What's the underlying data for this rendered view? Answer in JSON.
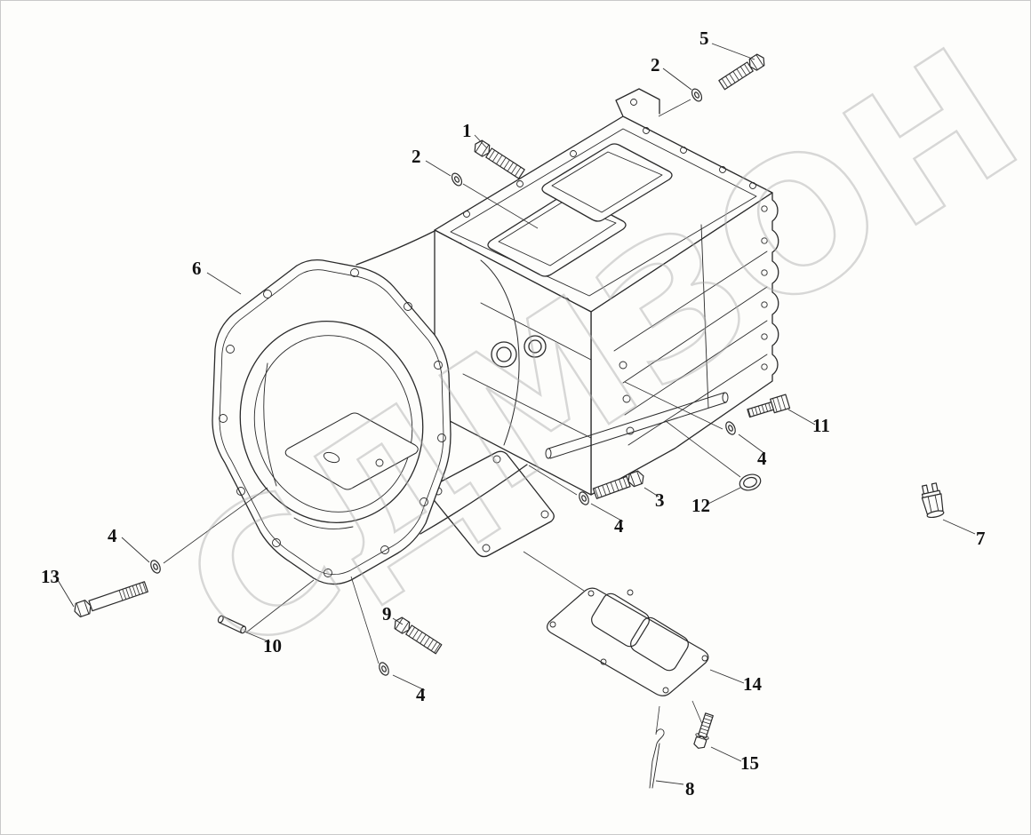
{
  "figure": {
    "watermark": "СДМЗОН",
    "colors": {
      "line": "#2a2a2a",
      "leader": "#333333",
      "watermark": "#ababab",
      "background": "#fdfdfb",
      "border": "#c9c9c9"
    }
  },
  "callouts": [
    {
      "id": "1",
      "label": "1"
    },
    {
      "id": "2a",
      "label": "2"
    },
    {
      "id": "2b",
      "label": "2"
    },
    {
      "id": "3",
      "label": "3"
    },
    {
      "id": "4a",
      "label": "4"
    },
    {
      "id": "4b",
      "label": "4"
    },
    {
      "id": "4c",
      "label": "4"
    },
    {
      "id": "4d",
      "label": "4"
    },
    {
      "id": "5",
      "label": "5"
    },
    {
      "id": "6",
      "label": "6"
    },
    {
      "id": "7",
      "label": "7"
    },
    {
      "id": "8",
      "label": "8"
    },
    {
      "id": "9",
      "label": "9"
    },
    {
      "id": "10",
      "label": "10"
    },
    {
      "id": "11",
      "label": "11"
    },
    {
      "id": "12",
      "label": "12"
    },
    {
      "id": "13",
      "label": "13"
    },
    {
      "id": "14",
      "label": "14"
    },
    {
      "id": "15",
      "label": "15"
    }
  ],
  "parts": [
    {
      "callout": "1",
      "depicts": "hex-bolt"
    },
    {
      "callout": "2",
      "depicts": "spring-washer"
    },
    {
      "callout": "3",
      "depicts": "hex-bolt"
    },
    {
      "callout": "4",
      "depicts": "spring-washer"
    },
    {
      "callout": "5",
      "depicts": "hex-bolt"
    },
    {
      "callout": "6",
      "depicts": "gearbox-clutch-housing"
    },
    {
      "callout": "7",
      "depicts": "plug-switch"
    },
    {
      "callout": "8",
      "depicts": "breather-wire"
    },
    {
      "callout": "9",
      "depicts": "hex-bolt"
    },
    {
      "callout": "10",
      "depicts": "dowel-pin"
    },
    {
      "callout": "11",
      "depicts": "socket-head-bolt"
    },
    {
      "callout": "12",
      "depicts": "cup-plug"
    },
    {
      "callout": "13",
      "depicts": "long-hex-bolt"
    },
    {
      "callout": "14",
      "depicts": "cover-plate-gasket"
    },
    {
      "callout": "15",
      "depicts": "flange-bolt"
    }
  ]
}
